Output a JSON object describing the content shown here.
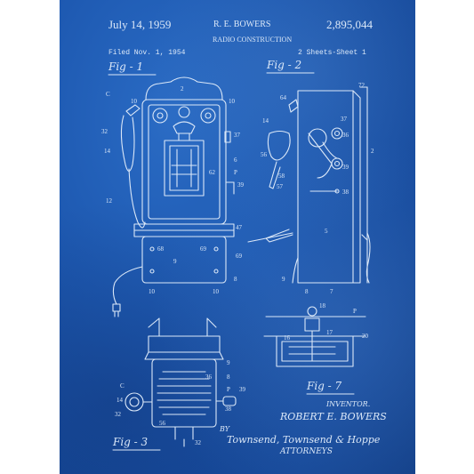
{
  "header": {
    "date": "July 14, 1959",
    "inventor_name": "R. E. BOWERS",
    "patent_number": "2,895,044",
    "title": "RADIO CONSTRUCTION",
    "filed": "Filed Nov. 1, 1954",
    "sheets": "2 Sheets-Sheet 1"
  },
  "figures": {
    "fig1": "Fig - 1",
    "fig2": "Fig - 2",
    "fig3": "Fig - 3",
    "fig7": "Fig - 7"
  },
  "signature": {
    "role": "INVENTOR.",
    "inventor": "ROBERT E. BOWERS",
    "by": "BY",
    "attorneys_names": "Townsend, Townsend & Hoppe",
    "attorneys": "ATTORNEYS"
  },
  "colors": {
    "paper": "#1d58b0",
    "ink": "#dbe8f8"
  }
}
